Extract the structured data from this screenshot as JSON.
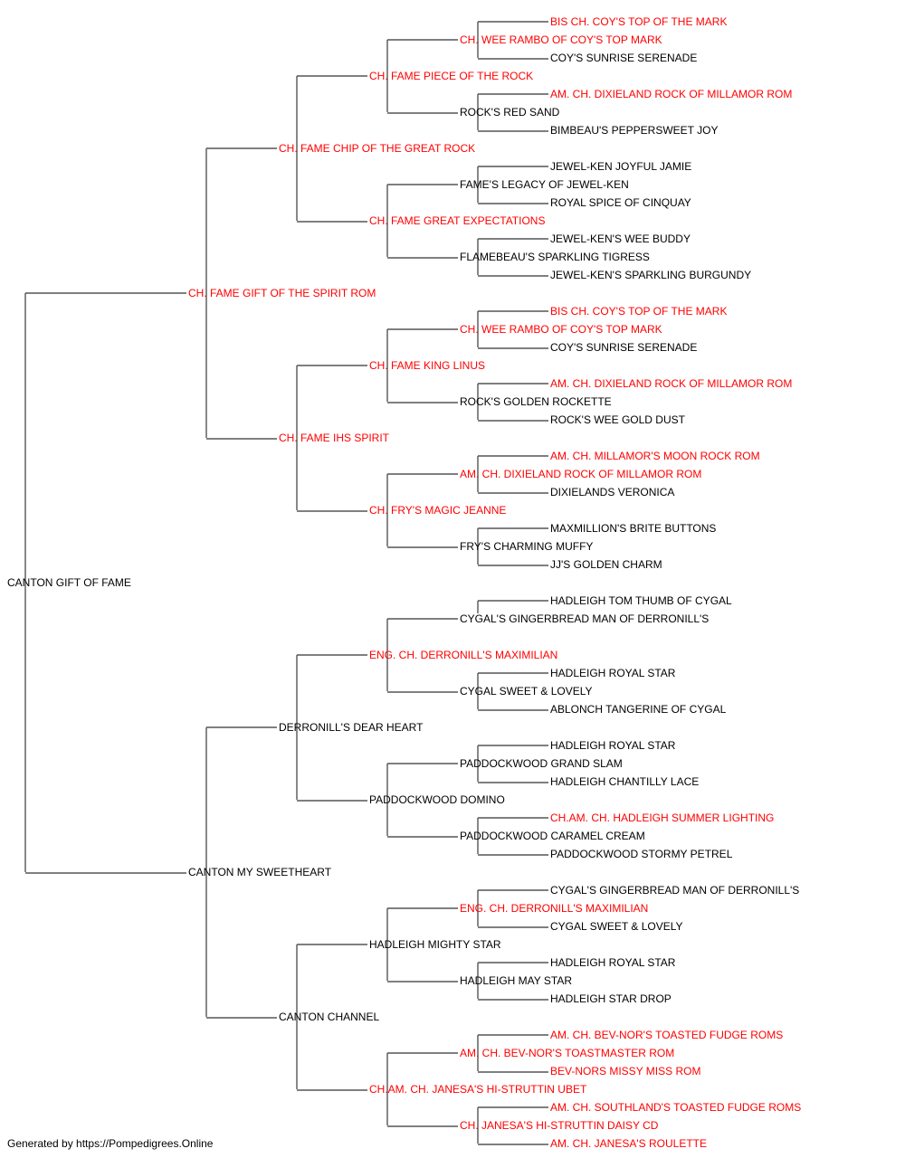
{
  "colors": {
    "champion": "#ff0000",
    "normal": "#000000",
    "line": "#555555"
  },
  "pedigree": {
    "name": "CANTON GIFT OF FAME",
    "champion": false,
    "sire": {
      "name": "CH. FAME GIFT OF THE SPIRIT ROM",
      "champion": true,
      "sire": {
        "name": "CH. FAME CHIP OF THE GREAT ROCK",
        "champion": true,
        "sire": {
          "name": "CH. FAME PIECE OF THE ROCK",
          "champion": true,
          "sire": {
            "name": "CH. WEE RAMBO OF COY'S TOP MARK",
            "champion": true,
            "sire": {
              "name": "BIS CH. COY'S TOP OF THE MARK",
              "champion": true
            },
            "dam": {
              "name": "COY'S SUNRISE SERENADE",
              "champion": false
            }
          },
          "dam": {
            "name": "ROCK'S RED SAND",
            "champion": false,
            "sire": {
              "name": "AM. CH. DIXIELAND ROCK OF MILLAMOR ROM",
              "champion": true
            },
            "dam": {
              "name": "BIMBEAU'S PEPPERSWEET JOY",
              "champion": false
            }
          }
        },
        "dam": {
          "name": "CH. FAME GREAT EXPECTATIONS",
          "champion": true,
          "sire": {
            "name": "FAME'S LEGACY OF JEWEL-KEN",
            "champion": false,
            "sire": {
              "name": "JEWEL-KEN JOYFUL JAMIE",
              "champion": false
            },
            "dam": {
              "name": "ROYAL SPICE OF CINQUAY",
              "champion": false
            }
          },
          "dam": {
            "name": "FLAMEBEAU'S SPARKLING TIGRESS",
            "champion": false,
            "sire": {
              "name": "JEWEL-KEN'S WEE BUDDY",
              "champion": false
            },
            "dam": {
              "name": "JEWEL-KEN'S SPARKLING BURGUNDY",
              "champion": false
            }
          }
        }
      },
      "dam": {
        "name": "CH. FAME IHS SPIRIT",
        "champion": true,
        "sire": {
          "name": "CH. FAME KING LINUS",
          "champion": true,
          "sire": {
            "name": "CH. WEE RAMBO OF COY'S TOP MARK",
            "champion": true,
            "sire": {
              "name": "BIS CH. COY'S TOP OF THE MARK",
              "champion": true
            },
            "dam": {
              "name": "COY'S SUNRISE SERENADE",
              "champion": false
            }
          },
          "dam": {
            "name": "ROCK'S GOLDEN ROCKETTE",
            "champion": false,
            "sire": {
              "name": "AM. CH. DIXIELAND ROCK OF MILLAMOR ROM",
              "champion": true
            },
            "dam": {
              "name": "ROCK'S WEE GOLD DUST",
              "champion": false
            }
          }
        },
        "dam": {
          "name": "CH. FRY'S MAGIC JEANNE",
          "champion": true,
          "sire": {
            "name": "AM. CH. DIXIELAND ROCK OF MILLAMOR ROM",
            "champion": true,
            "sire": {
              "name": "AM. CH. MILLAMOR'S MOON ROCK ROM",
              "champion": true
            },
            "dam": {
              "name": "DIXIELANDS VERONICA",
              "champion": false
            }
          },
          "dam": {
            "name": "FRY'S CHARMING MUFFY",
            "champion": false,
            "sire": {
              "name": "MAXMILLION'S BRITE BUTTONS",
              "champion": false
            },
            "dam": {
              "name": "JJ'S GOLDEN CHARM",
              "champion": false
            }
          }
        }
      }
    },
    "dam": {
      "name": "CANTON MY SWEETHEART",
      "champion": false,
      "sire": {
        "name": "DERRONILL'S DEAR HEART",
        "champion": false,
        "sire": {
          "name": "ENG. CH. DERRONILL'S MAXIMILIAN",
          "champion": true,
          "sire": {
            "name": "CYGAL'S GINGERBREAD MAN OF DERRONILL'S",
            "champion": false,
            "sire": {
              "name": "HADLEIGH TOM THUMB OF CYGAL",
              "champion": false
            },
            "dam": null
          },
          "dam": {
            "name": "CYGAL SWEET & LOVELY",
            "champion": false,
            "sire": {
              "name": "HADLEIGH ROYAL STAR",
              "champion": false
            },
            "dam": {
              "name": "ABLONCH TANGERINE OF CYGAL",
              "champion": false
            }
          }
        },
        "dam": {
          "name": "PADDOCKWOOD DOMINO",
          "champion": false,
          "sire": {
            "name": "PADDOCKWOOD GRAND SLAM",
            "champion": false,
            "sire": {
              "name": "HADLEIGH ROYAL STAR",
              "champion": false
            },
            "dam": {
              "name": "HADLEIGH CHANTILLY LACE",
              "champion": false
            }
          },
          "dam": {
            "name": "PADDOCKWOOD CARAMEL CREAM",
            "champion": false,
            "sire": {
              "name": "CH.AM. CH. HADLEIGH SUMMER LIGHTING",
              "champion": true
            },
            "dam": {
              "name": "PADDOCKWOOD STORMY PETREL",
              "champion": false
            }
          }
        }
      },
      "dam": {
        "name": "CANTON CHANNEL",
        "champion": false,
        "sire": {
          "name": "HADLEIGH MIGHTY STAR",
          "champion": false,
          "sire": {
            "name": "ENG. CH. DERRONILL'S MAXIMILIAN",
            "champion": true,
            "sire": {
              "name": "CYGAL'S GINGERBREAD MAN OF DERRONILL'S",
              "champion": false
            },
            "dam": {
              "name": "CYGAL SWEET & LOVELY",
              "champion": false
            }
          },
          "dam": {
            "name": "HADLEIGH MAY STAR",
            "champion": false,
            "sire": {
              "name": "HADLEIGH ROYAL STAR",
              "champion": false
            },
            "dam": {
              "name": "HADLEIGH STAR DROP",
              "champion": false
            }
          }
        },
        "dam": {
          "name": "CH.AM. CH. JANESA'S HI-STRUTTIN UBET",
          "champion": true,
          "sire": {
            "name": "AM. CH. BEV-NOR'S TOASTMASTER ROM",
            "champion": true,
            "sire": {
              "name": "AM. CH. BEV-NOR'S TOASTED FUDGE ROMS",
              "champion": true
            },
            "dam": {
              "name": "BEV-NORS MISSY MISS ROM",
              "champion": true
            }
          },
          "dam": {
            "name": "CH. JANESA'S HI-STRUTTIN DAISY CD",
            "champion": true,
            "sire": {
              "name": "AM. CH. SOUTHLAND'S TOASTED FUDGE ROMS",
              "champion": true
            },
            "dam": {
              "name": "AM. CH. JANESA'S ROULETTE",
              "champion": true
            }
          }
        }
      }
    }
  },
  "footer": "Generated by https://Pompedigrees.Online"
}
